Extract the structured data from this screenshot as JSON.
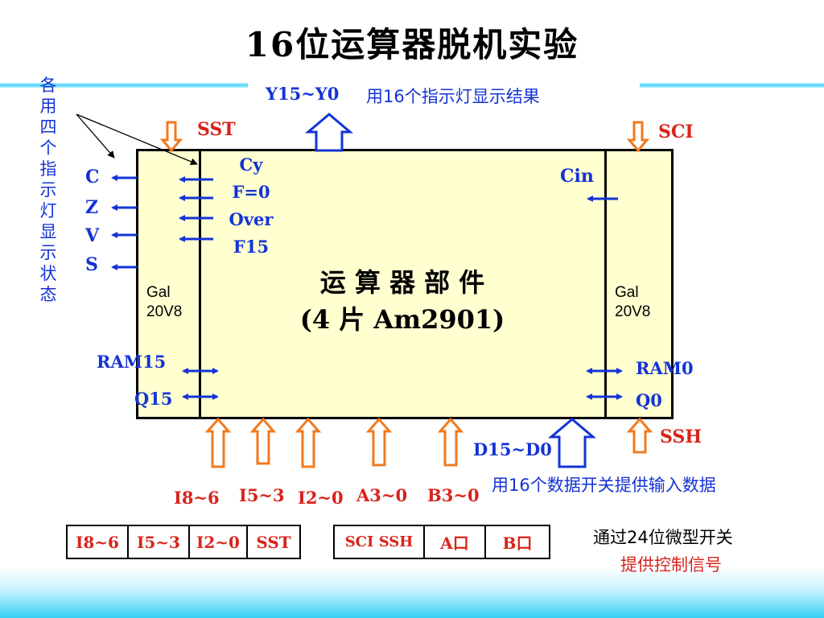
{
  "title": "16位运算器脱机实验",
  "top_output": {
    "label": "Y15~Y0",
    "desc": "用16个指示灯显示结果"
  },
  "side_note": "各用四个指示灯显示状态",
  "flags_outer": [
    "C",
    "Z",
    "V",
    "S"
  ],
  "flags_inner": [
    "Cy",
    "F=0",
    "Over",
    "F15"
  ],
  "sst": "SST",
  "sci": "SCI",
  "ssh": "SSH",
  "cin": "Cin",
  "gal_left": "Gal\n20V8",
  "gal_right": "Gal\n20V8",
  "unit_line1": "运 算 器 部 件",
  "unit_line2": "(4 片 Am2901)",
  "ram15": "RAM15",
  "q15": "Q15",
  "ram0": "RAM0",
  "q0": "Q0",
  "d_input": {
    "label": "D15~D0",
    "desc": "用16个数据开关提供输入数据"
  },
  "micro_inputs": [
    "I8~6",
    "I5~3",
    "I2~0",
    "A3~0",
    "B3~0"
  ],
  "control_table_1": [
    "I8~6",
    "I5~3",
    "I2~0",
    "SST"
  ],
  "control_table_2": [
    "SCI SSH",
    "A口",
    "B口"
  ],
  "switch_note_1": "通过24位微型开关",
  "switch_note_2": "提供控制信号",
  "colors": {
    "blue": "#1433d6",
    "red": "#d8241b",
    "orange": "#f07a1e",
    "box_fill": "#ffffd0",
    "cyan": "#39d0f3"
  }
}
